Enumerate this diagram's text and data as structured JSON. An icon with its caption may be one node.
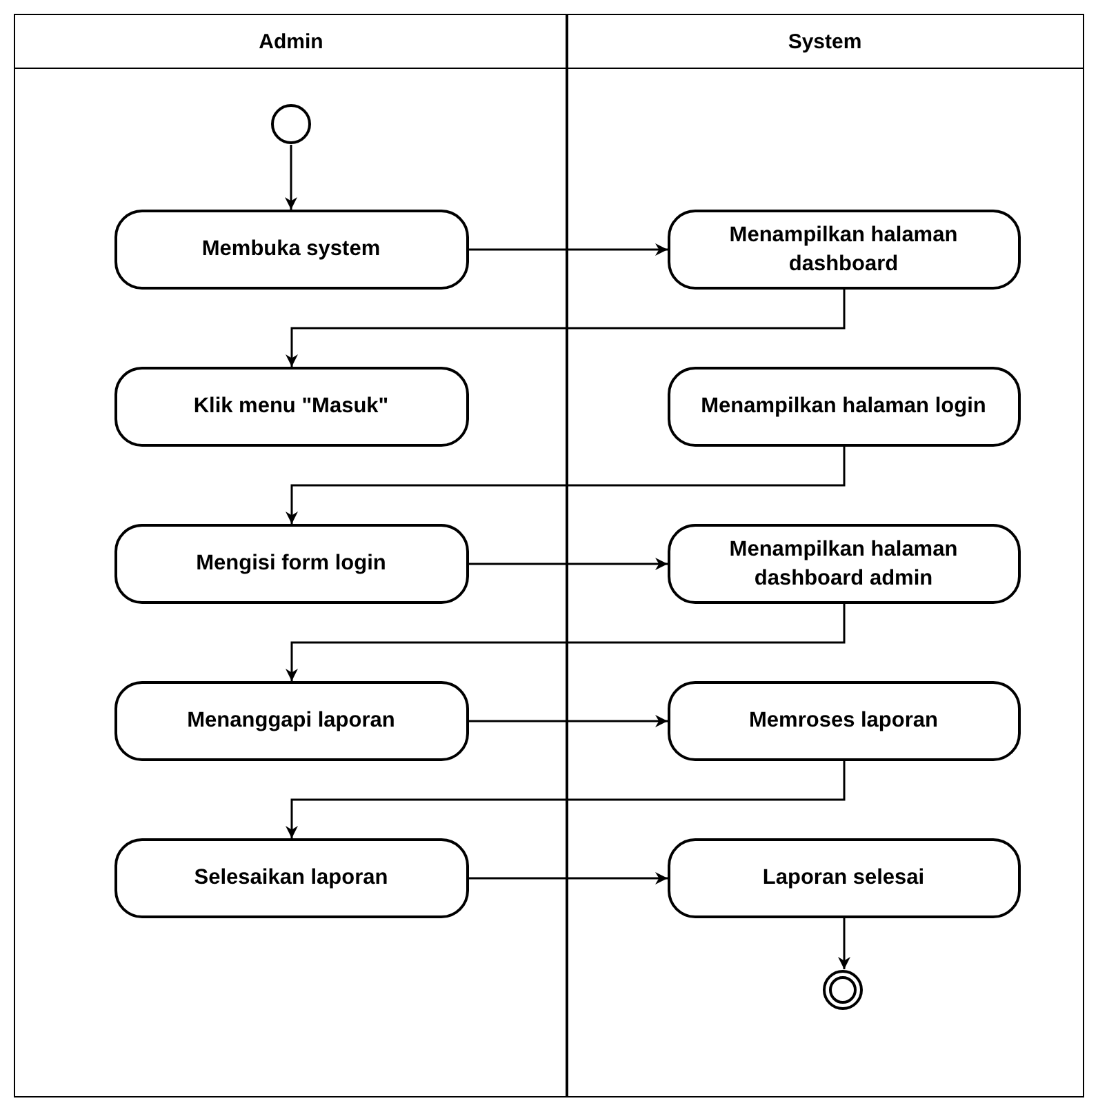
{
  "diagram": {
    "nodes": [
      {
        "text": [
          "Admin"
        ]
      },
      {
        "text": [
          "System"
        ]
      },
      {
        "text": [],
        "shape": "circle",
        "in": 0
      },
      {
        "text": [
          "Membuka system"
        ],
        "in": 0
      },
      {
        "text": [
          "Menampilkan halaman dashboard"
        ],
        "in": 1
      },
      {
        "text": [
          "Klik menu \"Masuk\""
        ],
        "in": 0
      },
      {
        "text": [
          "Menampilkan halaman login"
        ],
        "in": 1
      },
      {
        "text": [
          "Mengisi form login"
        ],
        "in": 0
      },
      {
        "text": [
          "Menampilkan halaman dashboard admin"
        ],
        "in": 1
      },
      {
        "text": [
          "Menanggapi laporan"
        ],
        "in": 0
      },
      {
        "text": [
          "Memroses laporan"
        ],
        "in": 1
      },
      {
        "text": [
          "Selesaikan laporan"
        ],
        "in": 0
      },
      {
        "text": [
          "Laporan selesai"
        ],
        "in": 1
      },
      {
        "text": [],
        "shape": "ring",
        "in": 1
      }
    ],
    "edges": [
      {
        "from": 2,
        "to": 3,
        "arrow": "to"
      },
      {
        "from": 3,
        "to": 4,
        "arrow": "to"
      },
      {
        "from": 4,
        "to": 5,
        "arrow": "to"
      },
      {
        "from": 6,
        "to": 7,
        "arrow": "to"
      },
      {
        "from": 7,
        "to": 8,
        "arrow": "to"
      },
      {
        "from": 8,
        "to": 9,
        "arrow": "to"
      },
      {
        "from": 9,
        "to": 10,
        "arrow": "to"
      },
      {
        "from": 10,
        "to": 11,
        "arrow": "to"
      },
      {
        "from": 11,
        "to": 12,
        "arrow": "to"
      },
      {
        "from": 12,
        "to": 13,
        "arrow": "to"
      }
    ]
  }
}
